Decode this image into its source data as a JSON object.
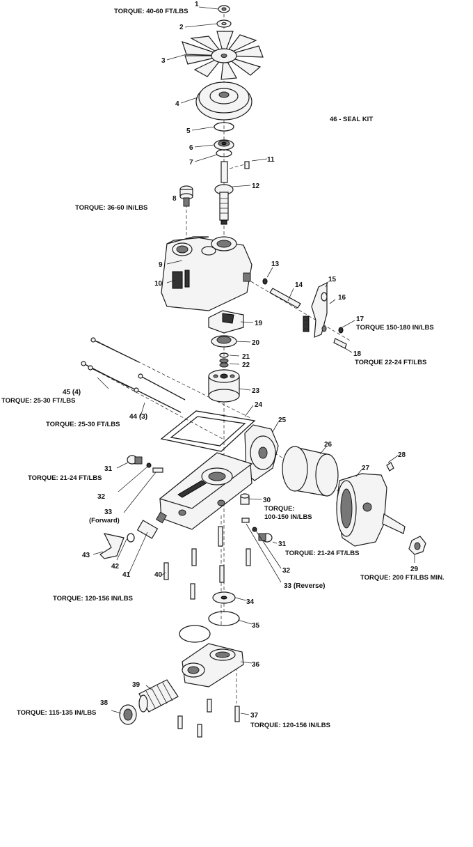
{
  "callouts": {
    "c1": "1",
    "c2": "2",
    "c3": "3",
    "c4": "4",
    "c5": "5",
    "c6": "6",
    "c7": "7",
    "c8": "8",
    "c9": "9",
    "c10": "10",
    "c11": "11",
    "c12": "12",
    "c13": "13",
    "c14": "14",
    "c15": "15",
    "c16": "16",
    "c17": "17",
    "c18": "18",
    "c19": "19",
    "c20": "20",
    "c21": "21",
    "c22": "22",
    "c23": "23",
    "c24": "24",
    "c25": "25",
    "c26": "26",
    "c27": "27",
    "c28": "28",
    "c29": "29",
    "c30": "30",
    "c31a": "31",
    "c31b": "31",
    "c32a": "32",
    "c32b": "32",
    "c33a": "33",
    "c33b": "33 (Reverse)",
    "c34": "34",
    "c35": "35",
    "c36": "36",
    "c37": "37",
    "c38": "38",
    "c39": "39",
    "c40": "40",
    "c41": "41",
    "c42": "42",
    "c43": "43",
    "c44": "44 (3)",
    "c45": "45 (4)"
  },
  "notes": {
    "seal_kit": "46 - SEAL KIT",
    "forward": "(Forward)"
  },
  "torque": {
    "t1": "TORQUE: 40-60 FT/LBS",
    "t8": "TORQUE: 36-60 IN/LBS",
    "t17": "TORQUE 150-180 IN/LBS",
    "t18": "TORQUE 22-24 FT/LBS",
    "t45": "TORQUE: 25-30 FT/LBS",
    "t44": "TORQUE: 25-30 FT/LBS",
    "t31a": "TORQUE: 21-24 FT/LBS",
    "t30a": "TORQUE:",
    "t30b": "100-150 IN/LBS",
    "t31b": "TORQUE: 21-24 FT/LBS",
    "t29": "TORQUE: 200 FT/LBS MIN.",
    "t40": "TORQUE: 120-156 IN/LBS",
    "t38": "TORQUE: 115-135 IN/LBS",
    "t37": "TORQUE: 120-156 IN/LBS"
  }
}
